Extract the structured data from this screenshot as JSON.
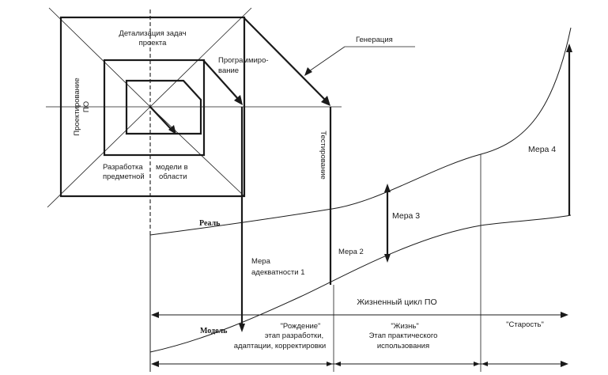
{
  "labels": {
    "detail_1": "Детализация задач",
    "detail_2": "проекта",
    "prog_1": "Программиро-",
    "prog_2": "вание",
    "gen": "Генерация",
    "design_1": "Проектирование",
    "design_2": "ПО",
    "domain_1a": "Разработка",
    "domain_1b": "модели в",
    "domain_2a": "предметной",
    "domain_2b": "области",
    "testing": "Тестирование",
    "measure4": "Мера 4",
    "measure3": "Мера 3",
    "measure2": "Мера 2",
    "measure1_1": "Мера",
    "measure1_2": "адекватности 1",
    "real": "Реаль",
    "model": "Модель",
    "lifecycle": "Жизненный цикл ПО",
    "birth_1": "\"Рождение\"",
    "birth_2": "этап разработки,",
    "birth_3": "адаптации, корректировки",
    "life_1": "\"Жизнь\"",
    "life_2": "Этап практического",
    "life_3": "использования",
    "old_age": "\"Старость\""
  },
  "colors": {
    "ink": "#1a1a1a",
    "background": "#ffffff"
  }
}
